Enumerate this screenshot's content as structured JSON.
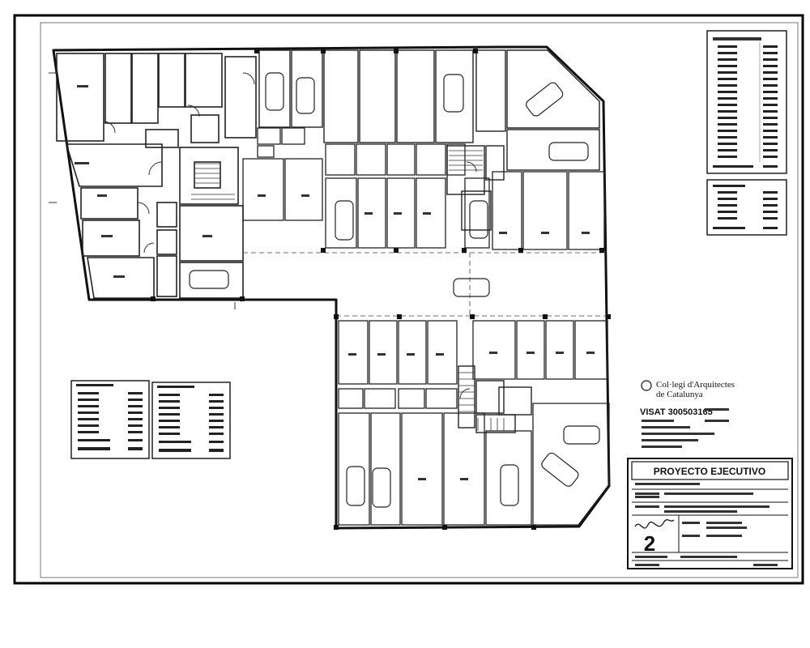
{
  "sheet": {
    "border_color": "#000000",
    "paper_color": "#ffffff"
  },
  "college": {
    "name_line1": "Col·legi d'Arquitectes",
    "name_line2": "de Catalunya"
  },
  "visa": {
    "code": "VISAT 300503165"
  },
  "title_block": {
    "heading": "PROYECTO EJECUTIVO",
    "sheet_number": "2"
  }
}
